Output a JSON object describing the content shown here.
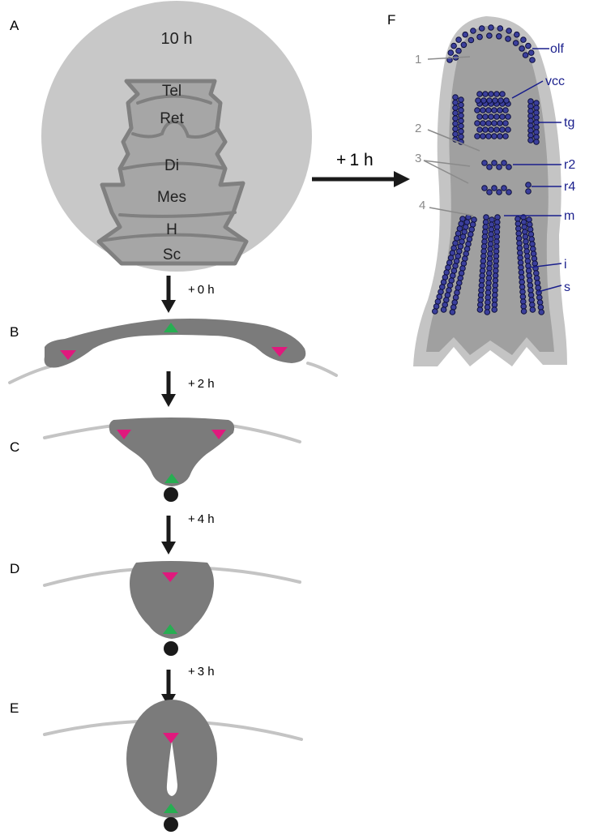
{
  "colors": {
    "disc": "#c8c8c8",
    "tissue": "#7b7b7b",
    "tissue_light": "#a0a0a0",
    "outline": "#8a8a8a",
    "ectoderm": "#c4c4c4",
    "dorsal_marker": "#e0197d",
    "ventral_marker": "#27ae52",
    "notochord": "#1a1a1a",
    "neuron": "#3b3f9c",
    "cluster_label": "#1a1f8c",
    "number_label": "#8a8a8a"
  },
  "panel_a": {
    "letter": "A",
    "time": "10 h",
    "regions": [
      "Tel",
      "Ret",
      "Di",
      "Mes",
      "H",
      "Sc"
    ]
  },
  "panel_b": {
    "letter": "B",
    "arrow_label": "+ 0 h"
  },
  "panel_c": {
    "letter": "C",
    "arrow_label": "+ 2 h"
  },
  "panel_d": {
    "letter": "D",
    "arrow_label": "+ 4 h"
  },
  "panel_e": {
    "letter": "E",
    "arrow_label": "+ 3 h"
  },
  "panel_f": {
    "letter": "F",
    "arrow_label": "+ 1 h",
    "numbers": [
      "1",
      "2",
      "3",
      "4"
    ],
    "clusters": [
      "olf",
      "vcc",
      "tg",
      "r2",
      "r4",
      "m",
      "i",
      "s"
    ]
  }
}
